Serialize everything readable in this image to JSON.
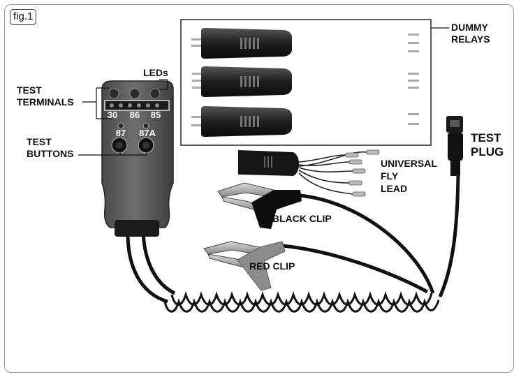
{
  "figure": {
    "tag": "fig.1"
  },
  "labels": {
    "leds": "LEDs",
    "test_terminals_1": "TEST",
    "test_terminals_2": "TERMINALS",
    "test_buttons_1": "TEST",
    "test_buttons_2": "BUTTONS",
    "dummy_relays_1": "DUMMY",
    "dummy_relays_2": "RELAYS",
    "test_plug_1": "TEST",
    "test_plug_2": "PLUG",
    "universal": "UNIVERSAL",
    "fly": "FLY",
    "lead": "LEAD",
    "black_clip": "BLACK CLIP",
    "red_clip": "RED CLIP"
  },
  "tester": {
    "terminals": [
      "30",
      "86",
      "85"
    ],
    "buttons": [
      "87",
      "87A"
    ]
  }
}
